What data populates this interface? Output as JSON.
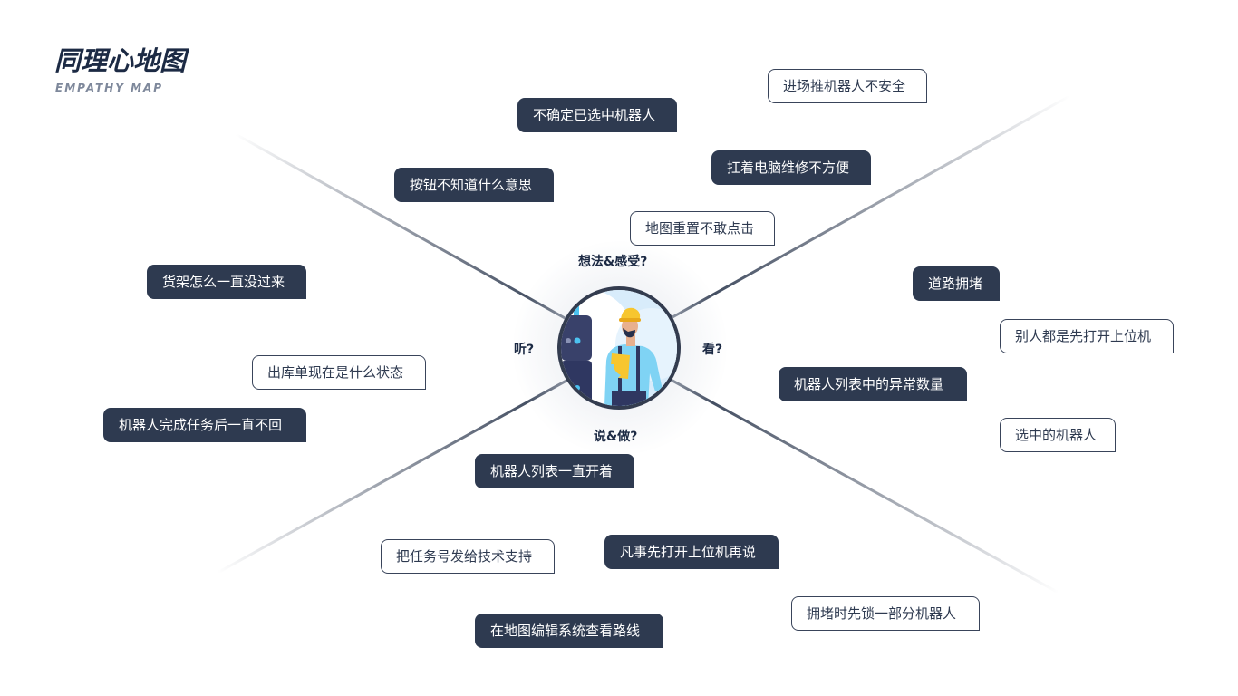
{
  "header": {
    "title": "同理心地图",
    "subtitle": "EMPATHY MAP"
  },
  "quadrants": {
    "think_feel": "想法&感受?",
    "hear": "听?",
    "see": "看?",
    "say_do": "说&做?"
  },
  "notes": [
    {
      "text": "不确定已选中机器人",
      "style": "dark"
    },
    {
      "text": "进场推机器人不安全",
      "style": "light"
    },
    {
      "text": "按钮不知道什么意思",
      "style": "dark"
    },
    {
      "text": "扛着电脑维修不方便",
      "style": "dark"
    },
    {
      "text": "地图重置不敢点击",
      "style": "light"
    },
    {
      "text": "货架怎么一直没过来",
      "style": "dark"
    },
    {
      "text": "道路拥堵",
      "style": "dark"
    },
    {
      "text": "别人都是先打开上位机",
      "style": "light"
    },
    {
      "text": "出库单现在是什么状态",
      "style": "light"
    },
    {
      "text": "机器人列表中的异常数量",
      "style": "dark"
    },
    {
      "text": "机器人完成任务后一直不回",
      "style": "dark"
    },
    {
      "text": "选中的机器人",
      "style": "light"
    },
    {
      "text": "机器人列表一直开着",
      "style": "dark"
    },
    {
      "text": "把任务号发给技术支持",
      "style": "light"
    },
    {
      "text": "凡事先打开上位机再说",
      "style": "dark"
    },
    {
      "text": "拥堵时先锁一部分机器人",
      "style": "light"
    },
    {
      "text": "在地图编辑系统查看路线",
      "style": "dark"
    }
  ],
  "colors": {
    "dark_chip": "#2e3a50",
    "title": "#1c2a44",
    "subtitle": "#7e889b",
    "accent_blue": "#4cc2f0",
    "helmet_yellow": "#f7c62f"
  },
  "icons": {
    "center": "person-with-robot-illustration"
  }
}
